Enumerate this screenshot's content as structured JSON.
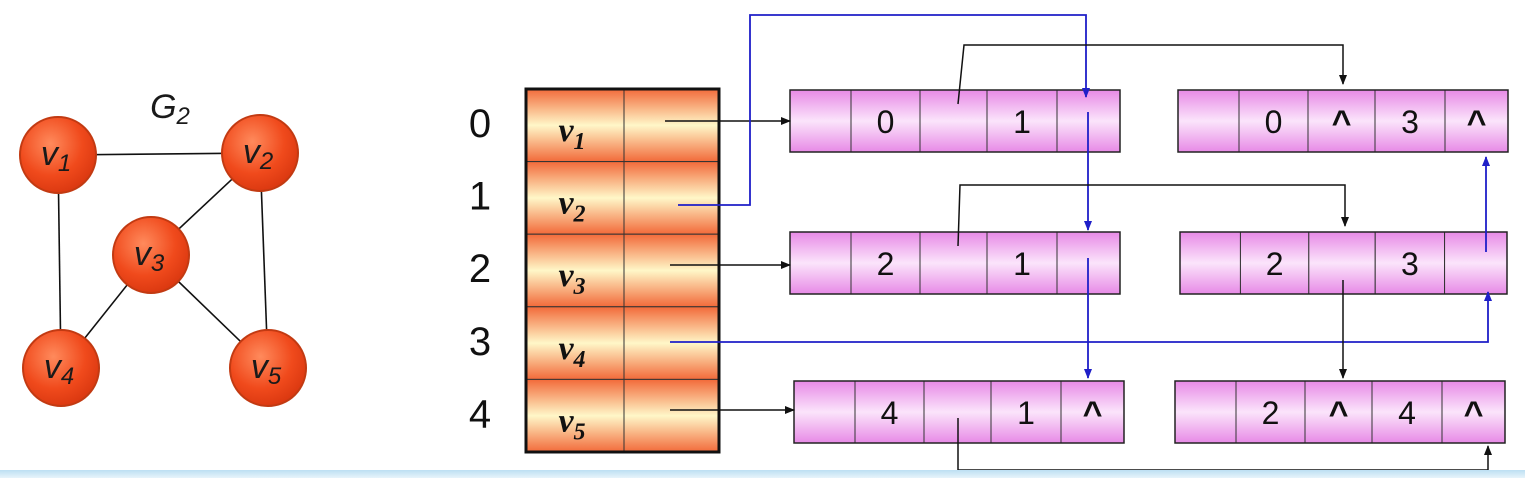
{
  "graph": {
    "label": "G",
    "label_sub": "2",
    "vertices": [
      {
        "id": "v1",
        "base": "v",
        "sub": "1"
      },
      {
        "id": "v2",
        "base": "v",
        "sub": "2"
      },
      {
        "id": "v3",
        "base": "v",
        "sub": "3"
      },
      {
        "id": "v4",
        "base": "v",
        "sub": "4"
      },
      {
        "id": "v5",
        "base": "v",
        "sub": "5"
      }
    ],
    "edges": [
      [
        "v1",
        "v2"
      ],
      [
        "v1",
        "v4"
      ],
      [
        "v2",
        "v3"
      ],
      [
        "v2",
        "v5"
      ],
      [
        "v3",
        "v4"
      ],
      [
        "v3",
        "v5"
      ]
    ]
  },
  "vertex_table": {
    "indices": [
      "0",
      "1",
      "2",
      "3",
      "4"
    ],
    "rows": [
      {
        "base": "v",
        "sub": "1"
      },
      {
        "base": "v",
        "sub": "2"
      },
      {
        "base": "v",
        "sub": "3"
      },
      {
        "base": "v",
        "sub": "4"
      },
      {
        "base": "v",
        "sub": "5"
      }
    ]
  },
  "edge_nodes": [
    {
      "id": "e01",
      "cells": [
        "",
        "0",
        "",
        "1",
        ""
      ]
    },
    {
      "id": "e03",
      "cells": [
        "",
        "0",
        "^",
        "3",
        "^"
      ]
    },
    {
      "id": "e21",
      "cells": [
        "",
        "2",
        "",
        "1",
        ""
      ]
    },
    {
      "id": "e23",
      "cells": [
        "",
        "2",
        "",
        "3",
        ""
      ]
    },
    {
      "id": "e41",
      "cells": [
        "",
        "4",
        "",
        "1",
        "^"
      ]
    },
    {
      "id": "e24",
      "cells": [
        "",
        "2",
        "^",
        "4",
        "^"
      ]
    }
  ],
  "colors": {
    "vertex_fill": "#f04a1c",
    "vertex_stroke": "#c23a12",
    "table_edge": "#f26a3a",
    "table_mid": "#fff7c8",
    "node_edge": "#e78ae6",
    "node_mid": "#fbe4fb",
    "link_black": "#111111",
    "link_blue": "#1f1fc8"
  }
}
